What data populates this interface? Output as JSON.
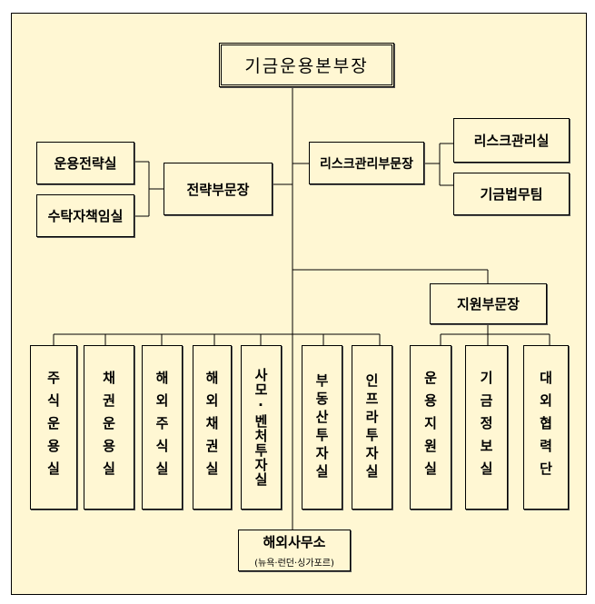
{
  "head": "기금운용본부장",
  "strategy": {
    "title": "전략부문장",
    "units": [
      "운용전략실",
      "수탁자책임실"
    ]
  },
  "risk": {
    "title": "리스크관리부문장",
    "units": [
      "리스크관리실",
      "기금법무팀"
    ]
  },
  "support": {
    "title": "지원부문장",
    "units": [
      "운용지원실",
      "기금정보실",
      "대외협력단"
    ]
  },
  "investment_units": [
    "주식운용실",
    "채권운용실",
    "해외주식실",
    "해외채권실",
    "사모·벤처투자실",
    "부동산투자실",
    "인프라투자실"
  ],
  "overseas_office": {
    "title": "해외사무소",
    "cities": "(뉴욕·런던·싱가포르)"
  }
}
